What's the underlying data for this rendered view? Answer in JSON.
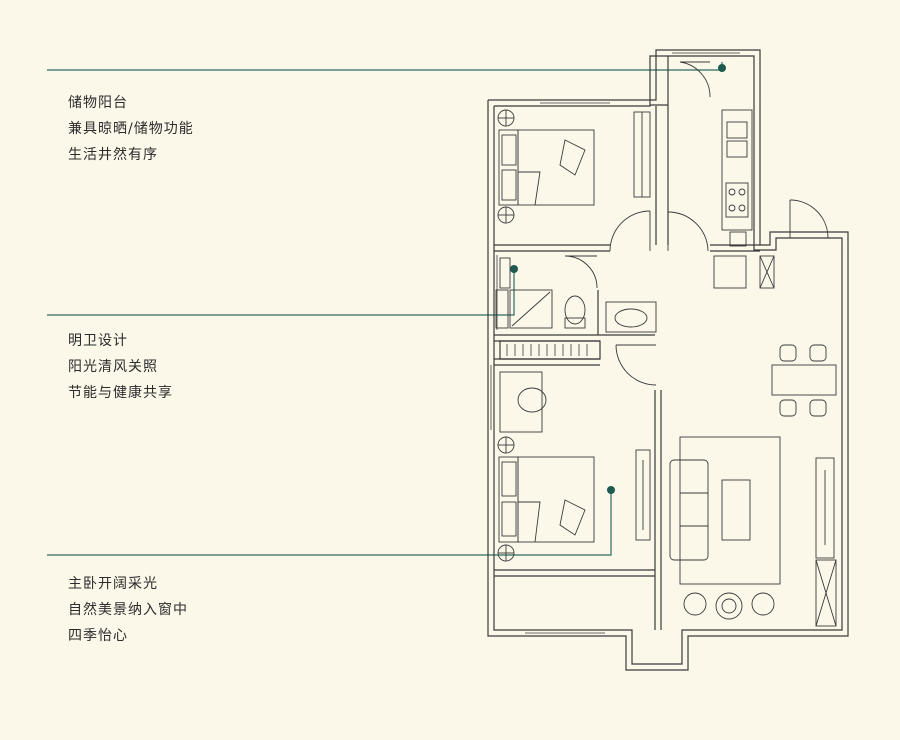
{
  "annotations": [
    {
      "id": "balcony",
      "lines": [
        "储物阳台",
        "兼具晾晒/储物功能",
        "生活井然有序"
      ]
    },
    {
      "id": "bathroom",
      "lines": [
        "明卫设计",
        "阳光清风关照",
        "节能与健康共享"
      ]
    },
    {
      "id": "master-bedroom",
      "lines": [
        "主卧开阔采光",
        "自然美景纳入窗中",
        "四季怡心"
      ]
    }
  ],
  "colors": {
    "background": "#fbf8ea",
    "wall": "#3a3a3a",
    "leader": "#2d6b62",
    "dot": "#1d5a50",
    "text": "#2b2b2b"
  }
}
